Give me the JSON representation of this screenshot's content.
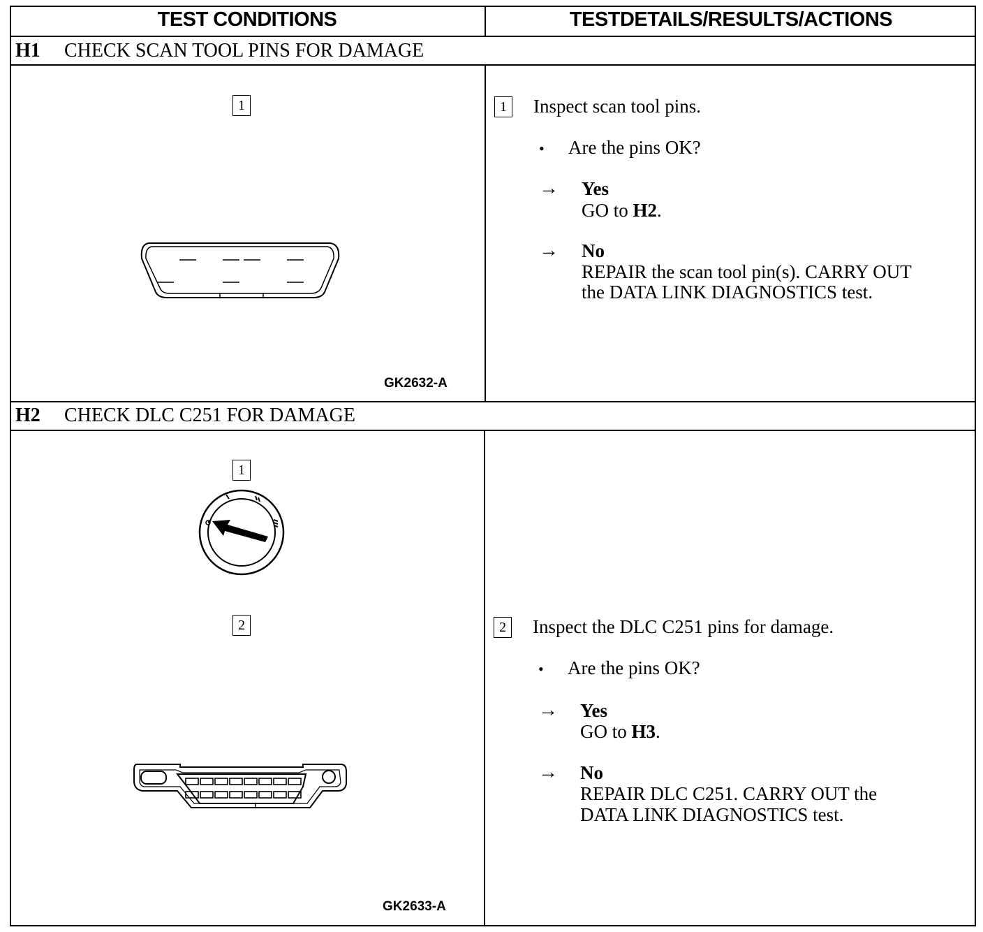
{
  "header": {
    "col1": "TEST CONDITIONS",
    "col2": "TESTDETAILS/RESULTS/ACTIONS"
  },
  "h1": {
    "id": "H1",
    "title": "CHECK SCAN TOOL PINS FOR DAMAGE",
    "fig_step": "1",
    "fig_code": "GK2632-A",
    "step_num": "1",
    "step_text": "Inspect scan tool pins.",
    "question": "Are the pins OK?",
    "yes_label": "Yes",
    "yes_action_prefix": "GO to ",
    "yes_action_target": "H2",
    "yes_action_suffix": ".",
    "no_label": "No",
    "no_line1": "REPAIR the scan tool pin(s). CARRY OUT",
    "no_line2": "the DATA LINK DIAGNOSTICS test."
  },
  "h2": {
    "id": "H2",
    "title": "CHECK DLC C251 FOR DAMAGE",
    "fig_step1": "1",
    "fig_step2": "2",
    "fig_code": "GK2633-A",
    "step_num": "2",
    "step_text": "Inspect the DLC C251 pins for damage.",
    "question": "Are the pins OK?",
    "yes_label": "Yes",
    "yes_action_prefix": "GO to ",
    "yes_action_target": "H3",
    "yes_action_suffix": ".",
    "no_label": "No",
    "no_line1": "REPAIR DLC C251. CARRY OUT the",
    "no_line2": "DATA LINK DIAGNOSTICS test."
  },
  "symbols": {
    "arrow": "→",
    "bullet": "•"
  }
}
